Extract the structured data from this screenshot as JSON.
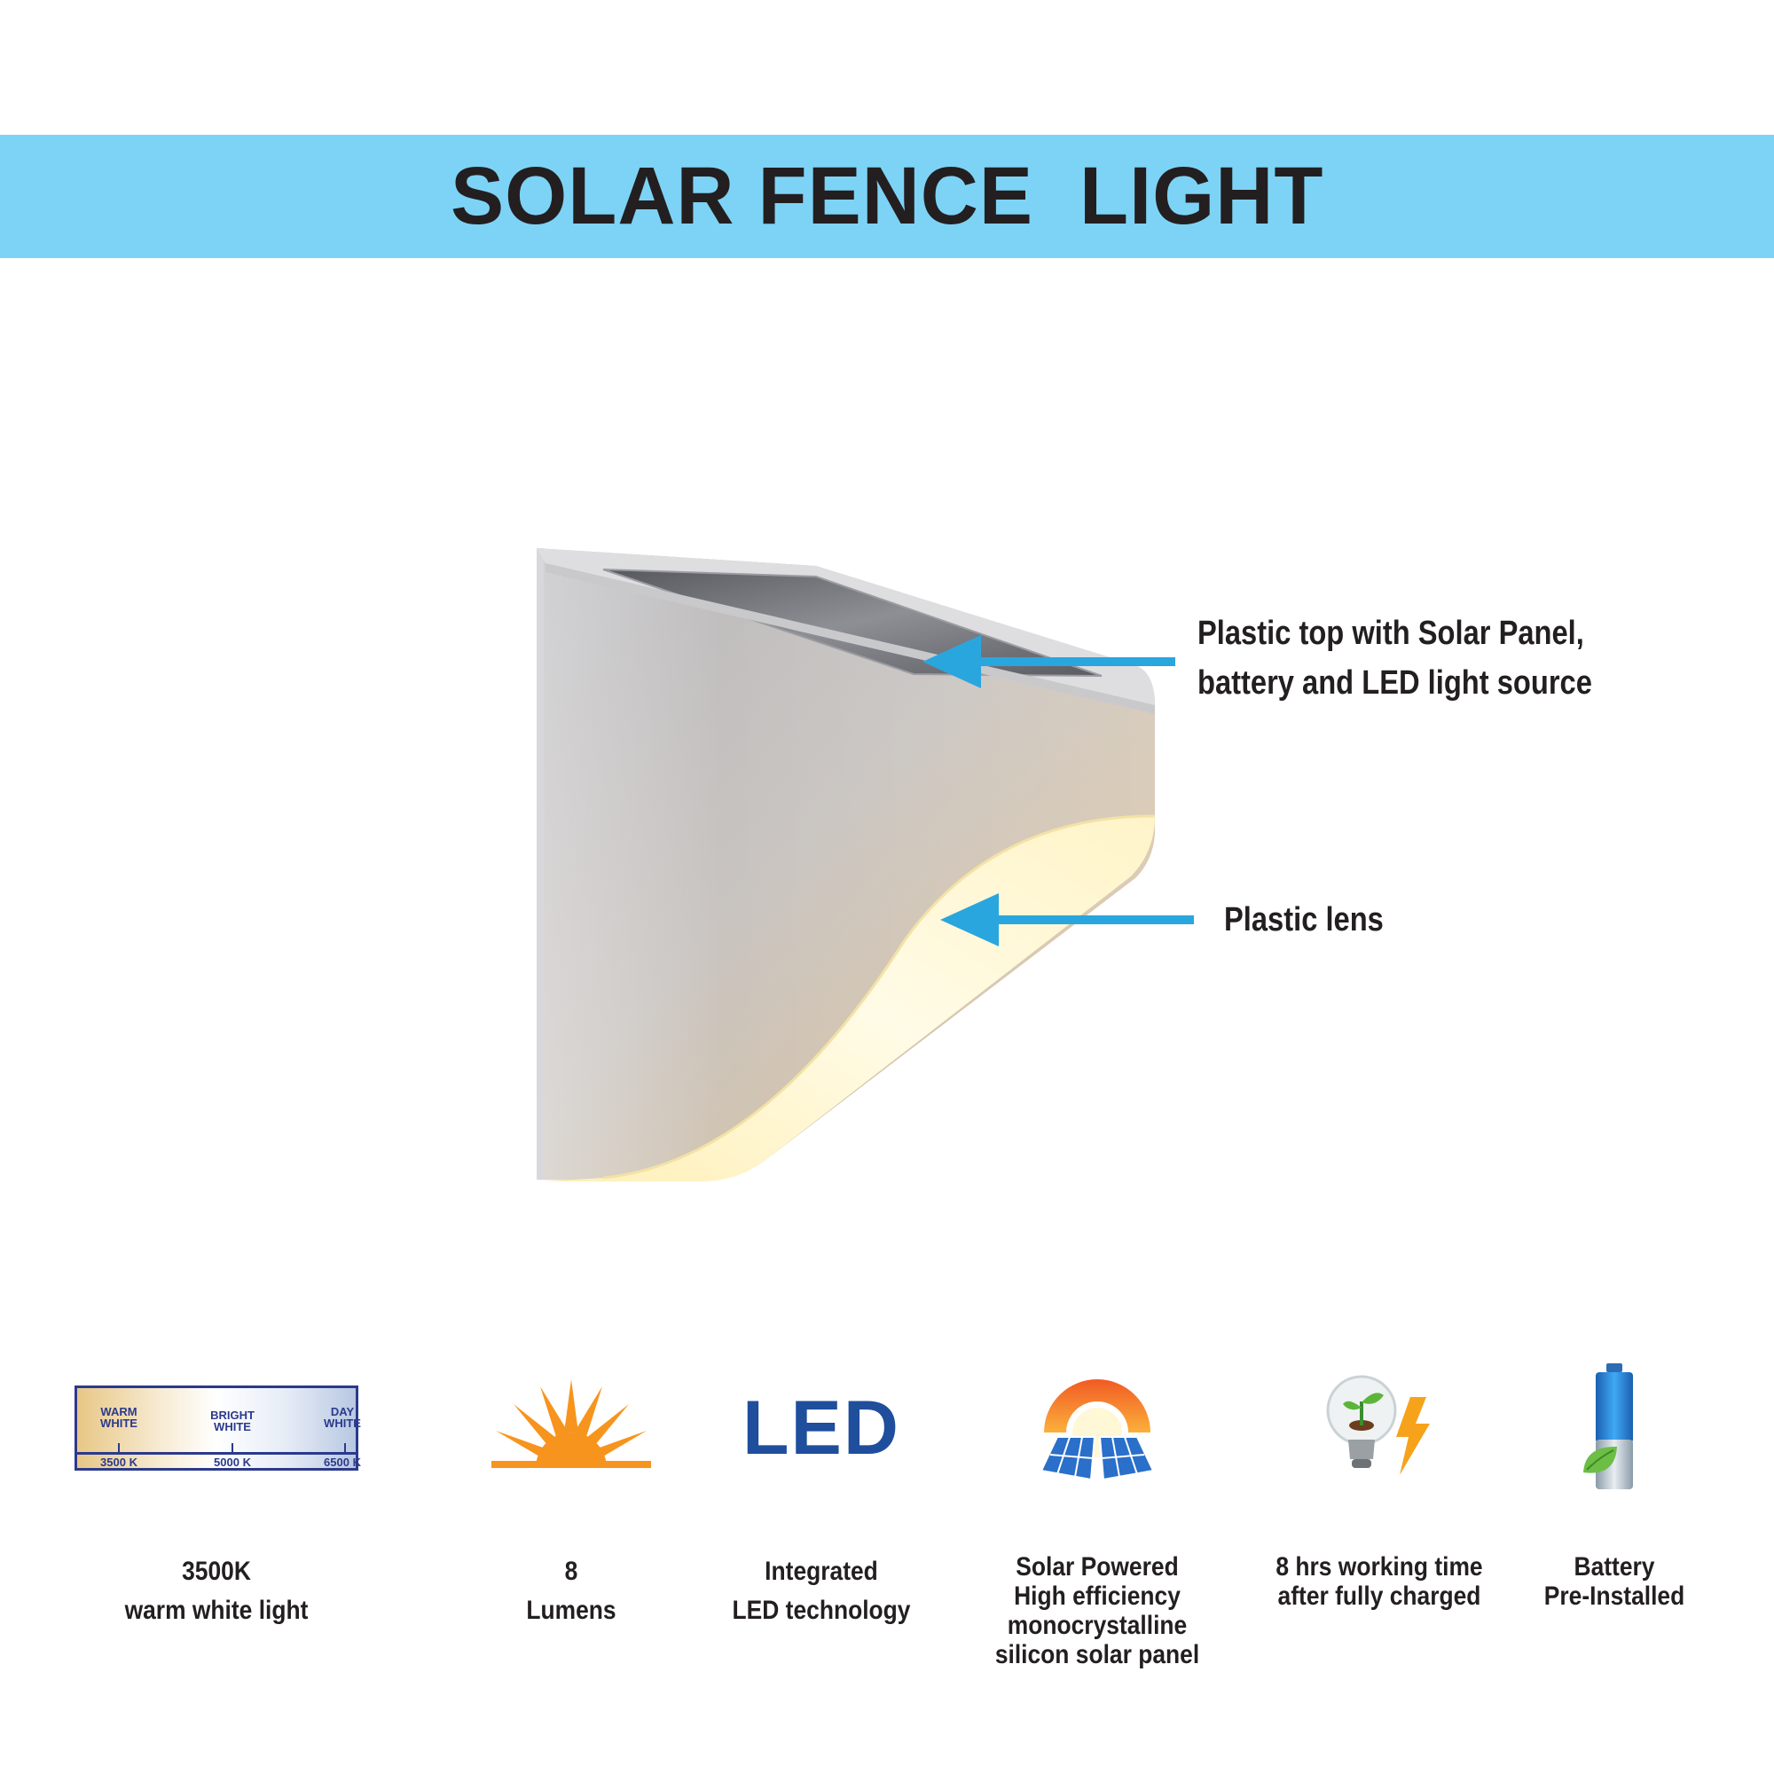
{
  "title": "SOLAR FENCE  LIGHT",
  "colors": {
    "banner": "#7dd3f5",
    "arrow": "#2aa6df",
    "text": "#231f20",
    "led_blue": "#1f4e9c"
  },
  "callouts": {
    "top": [
      "Plastic top with Solar Panel,",
      "battery and LED light source"
    ],
    "lens": "Plastic lens"
  },
  "color_scale": {
    "labels": [
      {
        "line1": "WARM",
        "line2": "WHITE",
        "kelvin": "3500 K"
      },
      {
        "line1": "BRIGHT",
        "line2": "WHITE",
        "kelvin": "5000 K"
      },
      {
        "line1": "DAY",
        "line2": "WHITE",
        "kelvin": "6500 K"
      }
    ]
  },
  "led_icon_text": "LED",
  "features": [
    {
      "icon": "color-temperature-scale-icon",
      "lines": [
        "3500K",
        "warm white light"
      ]
    },
    {
      "icon": "sunburst-icon",
      "lines": [
        "8",
        "Lumens"
      ]
    },
    {
      "icon": "led-logo-icon",
      "lines": [
        "Integrated",
        "LED technology"
      ]
    },
    {
      "icon": "solar-panel-sun-icon",
      "lines": [
        "Solar Powered",
        "High efficiency",
        "monocrystalline",
        "silicon solar panel"
      ]
    },
    {
      "icon": "bulb-plant-bolt-icon",
      "lines": [
        "8 hrs working time",
        "after fully charged"
      ]
    },
    {
      "icon": "battery-leaf-icon",
      "lines": [
        "Battery",
        "Pre-Installed"
      ]
    }
  ]
}
